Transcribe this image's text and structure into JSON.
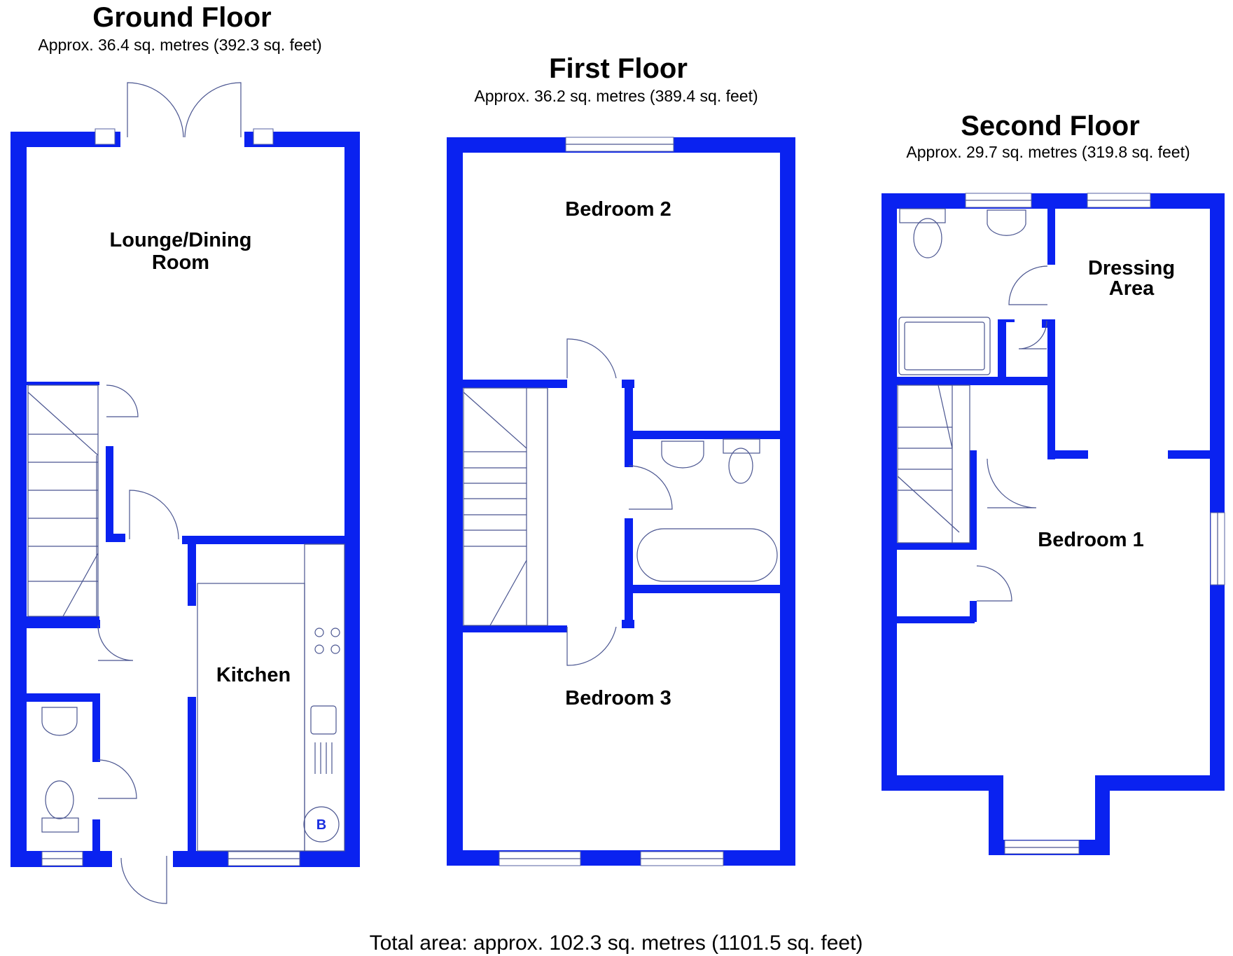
{
  "ground_floor": {
    "title": "Ground Floor",
    "area": "Approx. 36.4 sq. metres (392.3 sq. feet)",
    "rooms": {
      "lounge_line1": "Lounge/Dining",
      "lounge_line2": "Room",
      "kitchen": "Kitchen"
    },
    "boiler_label": "B"
  },
  "first_floor": {
    "title": "First Floor",
    "area": "Approx. 36.2 sq. metres (389.4 sq. feet)",
    "rooms": {
      "bedroom2": "Bedroom 2",
      "bedroom3": "Bedroom 3"
    }
  },
  "second_floor": {
    "title": "Second Floor",
    "area": "Approx. 29.7 sq. metres (319.8 sq. feet)",
    "rooms": {
      "dressing_line1": "Dressing",
      "dressing_line2": "Area",
      "bedroom1": "Bedroom 1"
    }
  },
  "total_area": "Total area: approx. 102.3 sq. metres (1101.5 sq. feet)",
  "colors": {
    "wall": "#0a22f0",
    "fixture_line": "#4a5590",
    "background": "#ffffff"
  }
}
